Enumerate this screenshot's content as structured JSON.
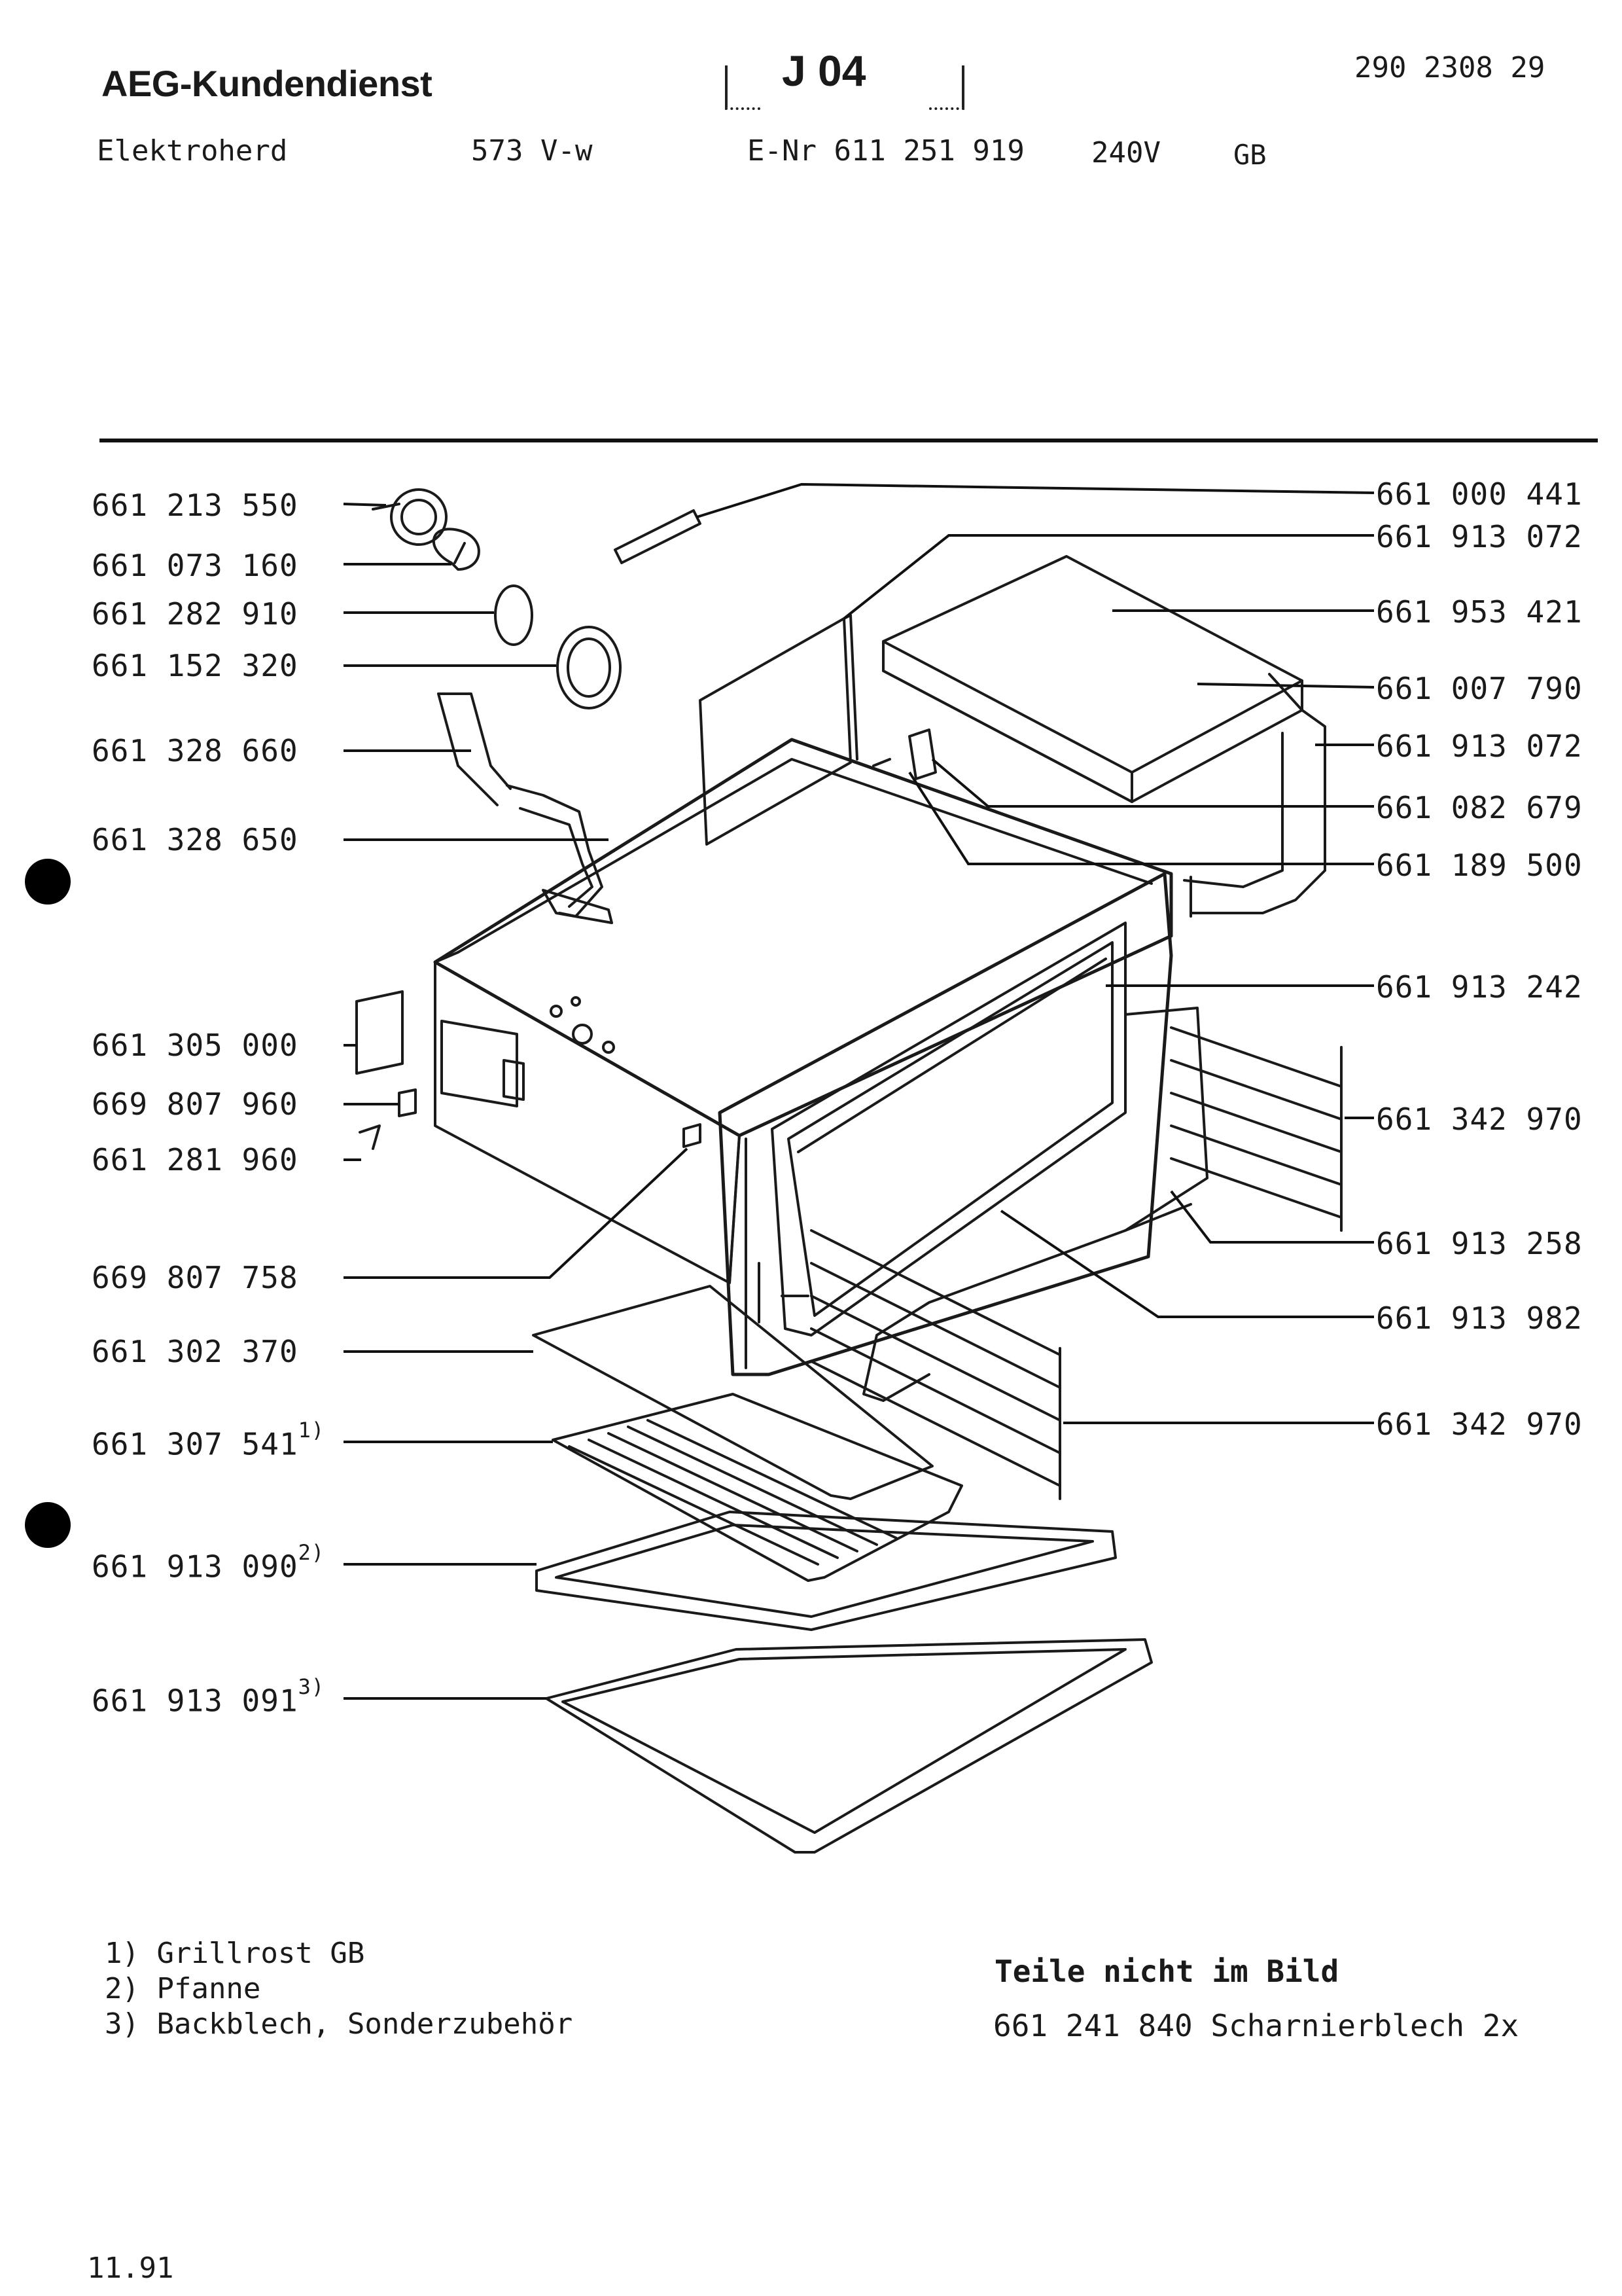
{
  "header": {
    "brand": "AEG-Kundendienst",
    "section_code": "J 04",
    "document_number": "290 2308 29",
    "device_type": "Elektroherd",
    "model": "573 V-w",
    "e_nr": "E-Nr 611 251 919",
    "voltage": "240V",
    "country": "GB"
  },
  "parts_left": [
    {
      "number": "661 213 550",
      "note": ""
    },
    {
      "number": "661 073 160",
      "note": ""
    },
    {
      "number": "661 282 910",
      "note": ""
    },
    {
      "number": "661 152 320",
      "note": ""
    },
    {
      "number": "661 328 660",
      "note": ""
    },
    {
      "number": "661 328 650",
      "note": ""
    },
    {
      "number": "661 305 000",
      "note": ""
    },
    {
      "number": "669 807 960",
      "note": ""
    },
    {
      "number": "661 281 960",
      "note": ""
    },
    {
      "number": "669 807 758",
      "note": ""
    },
    {
      "number": "661 302 370",
      "note": ""
    },
    {
      "number": "661 307 541",
      "note": "1)"
    },
    {
      "number": "661 913 090",
      "note": "2)"
    },
    {
      "number": "661 913 091",
      "note": "3)"
    }
  ],
  "parts_right": [
    "661 000 441",
    "661 913 072",
    "661 953 421",
    "661 007 790",
    "661 913 072",
    "661 082 679",
    "661 189 500",
    "661 913 242",
    "661 342 970",
    "661 913 258",
    "661 913 982",
    "661 342 970"
  ],
  "footnotes": {
    "lines": [
      "1) Grillrost GB",
      "2) Pfanne",
      "3) Backblech, Sonderzubehör"
    ]
  },
  "not_shown": {
    "title": "Teile nicht im Bild",
    "item": "661 241 840 Scharnierblech 2x"
  },
  "footer": {
    "date": "11.91"
  }
}
